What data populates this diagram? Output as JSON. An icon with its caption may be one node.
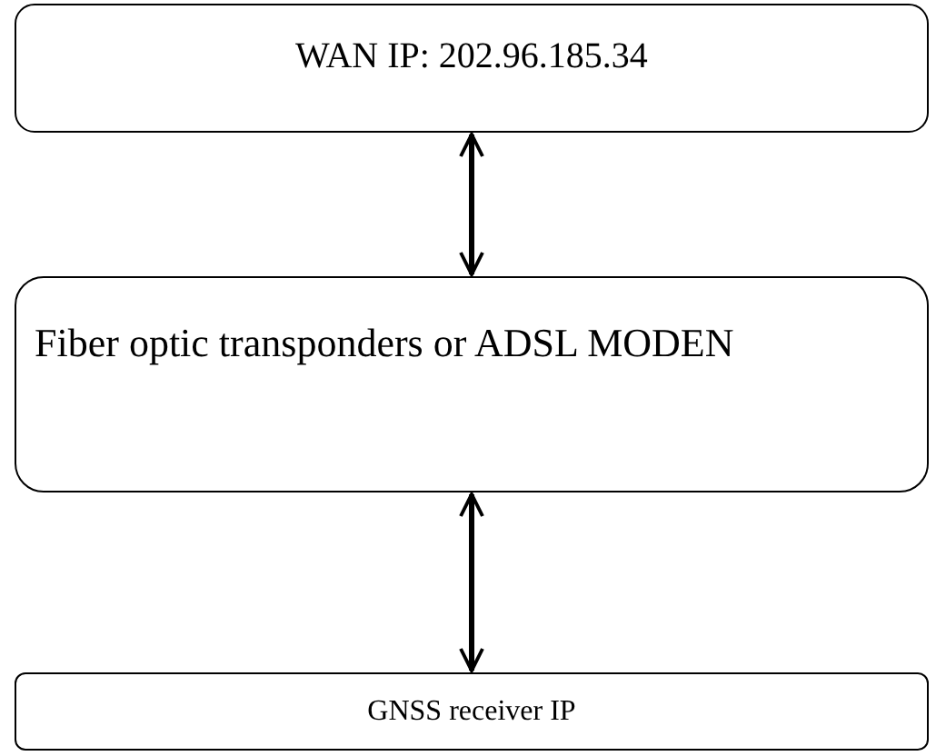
{
  "diagram": {
    "nodes": [
      {
        "text": [
          "WAN IP: 202.96.185.34"
        ]
      },
      {
        "text": [
          "Fiber optic transponders or ADSL MODEN"
        ]
      },
      {
        "text": [
          "GNSS receiver IP"
        ]
      }
    ],
    "edges": [
      {
        "from": 0,
        "to": 1,
        "arrow": "both"
      },
      {
        "from": 1,
        "to": 2,
        "arrow": "both"
      }
    ]
  }
}
